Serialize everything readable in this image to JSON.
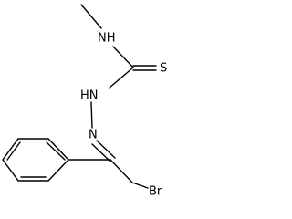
{
  "molecule": {
    "atoms": {
      "nh_methyl": "NH",
      "sulfur": "S",
      "nh_hydrazine": "HN",
      "nitrogen_imine": "N",
      "bromine": "Br"
    }
  },
  "colors": {
    "bond": "#000000",
    "label": "#000000",
    "background": "#ffffff"
  }
}
